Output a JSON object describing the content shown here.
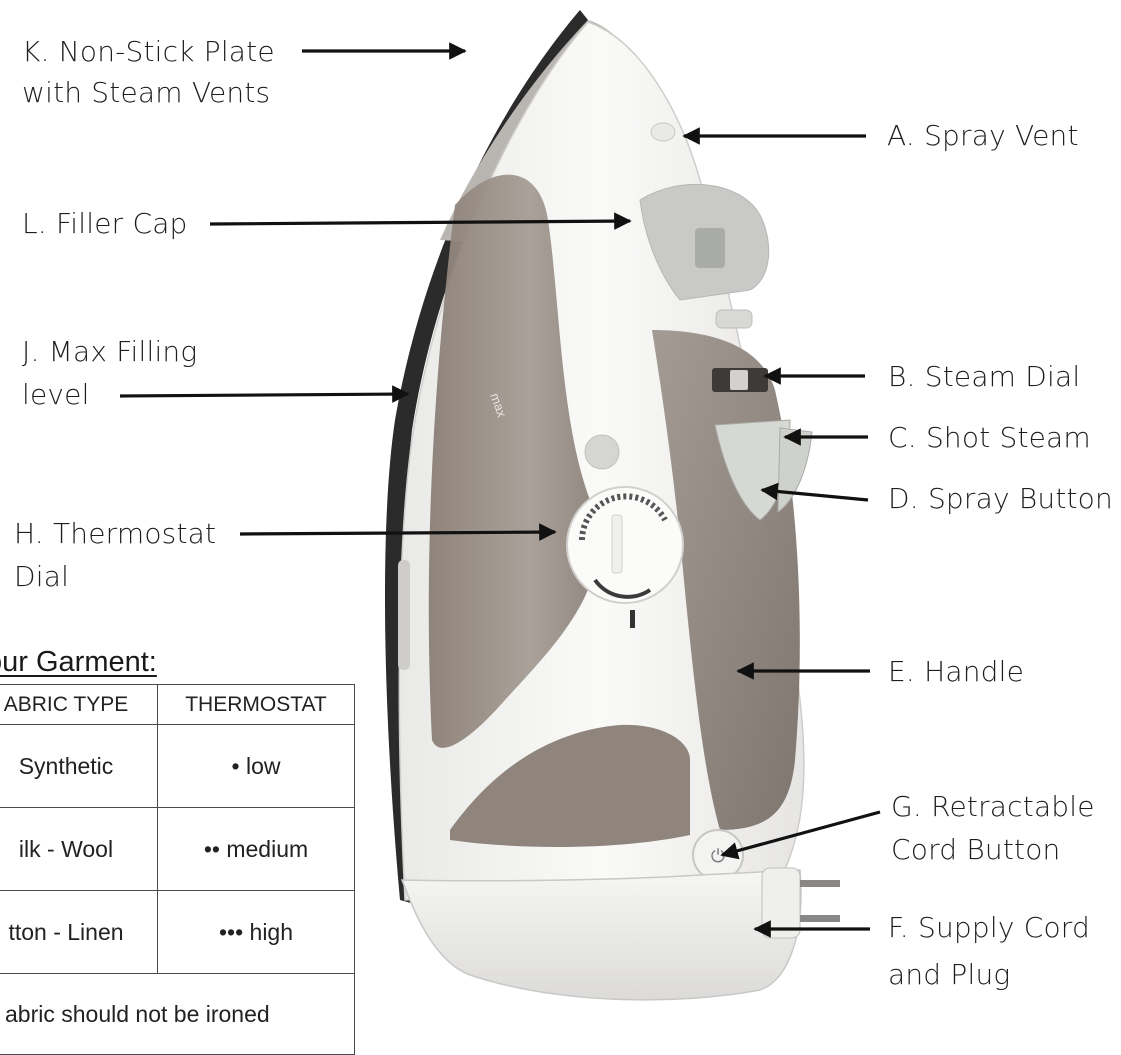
{
  "labels": {
    "k": {
      "line1": "K. Non-Stick Plate",
      "line2": "with Steam Vents"
    },
    "a": "A. Spray Vent",
    "l": "L. Filler Cap",
    "j": {
      "line1": "J. Max Filling",
      "line2": "level"
    },
    "b": "B. Steam Dial",
    "c": "C. Shot Steam",
    "d": "D. Spray Button",
    "h": {
      "line1": "H. Thermostat",
      "line2": "Dial"
    },
    "e": "E. Handle",
    "g": {
      "line1": "G. Retractable",
      "line2": "Cord Button"
    },
    "f": {
      "line1": "F. Supply Cord",
      "line2": "and Plug"
    }
  },
  "iron_markings": {
    "max": "max"
  },
  "garment": {
    "heading": "our Garment:",
    "headers": [
      "ABRIC TYPE",
      "THERMOSTAT"
    ],
    "rows": [
      {
        "fabric": "Synthetic",
        "thermostat": "• low"
      },
      {
        "fabric": "ilk - Wool",
        "thermostat": "•• medium"
      },
      {
        "fabric": "tton - Linen",
        "thermostat": "••• high"
      }
    ],
    "note": "abric should not be ironed"
  },
  "colors": {
    "body": "#f4f4f2",
    "taupe": "#8e8680",
    "soleplate": "#2b2b2b",
    "arrow": "#111111"
  }
}
